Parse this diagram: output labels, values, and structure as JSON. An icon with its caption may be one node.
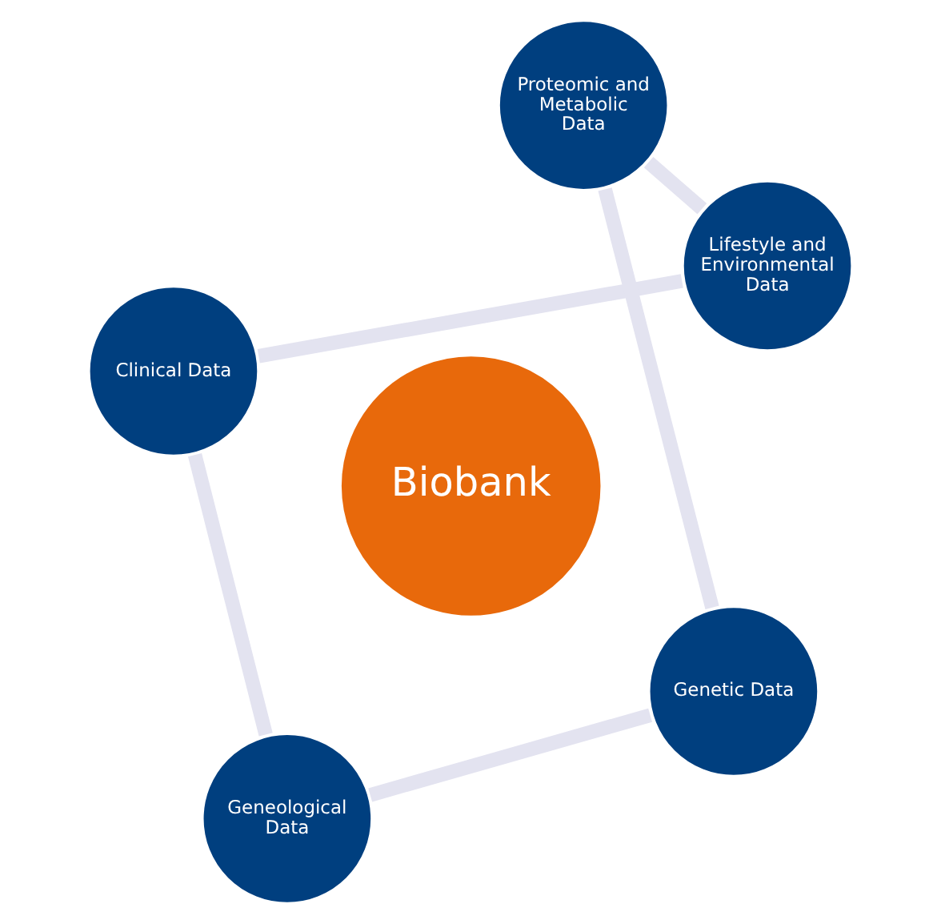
{
  "diagram": {
    "nodes": [
      {
        "text": [
          "Biobank"
        ]
      },
      {
        "text": [
          "Genetic Data"
        ]
      },
      {
        "text": [
          "Geneological Data"
        ]
      },
      {
        "text": [
          "Clinical Data"
        ]
      },
      {
        "text": [
          "Lifestyle and Environmental Data"
        ]
      },
      {
        "text": [
          "Proteomic and Metabolic Data"
        ]
      }
    ],
    "edges": [
      {
        "from": 1,
        "to": 2,
        "arrow": "none"
      },
      {
        "from": 2,
        "to": 3,
        "arrow": "none"
      },
      {
        "from": 3,
        "to": 4,
        "arrow": "none"
      },
      {
        "from": 4,
        "to": 5,
        "arrow": "none"
      },
      {
        "from": 5,
        "to": 1,
        "arrow": "none"
      }
    ]
  }
}
